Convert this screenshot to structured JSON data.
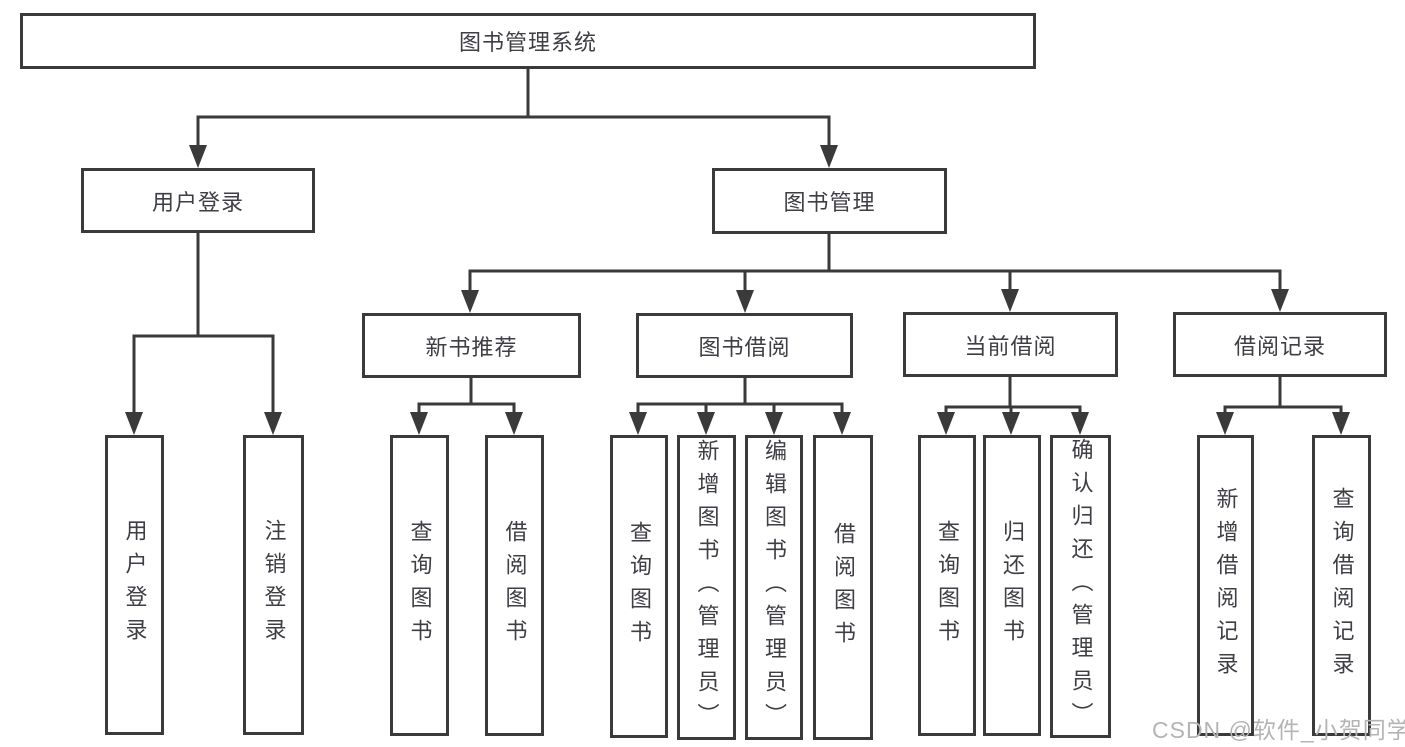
{
  "tree": {
    "root": "图书管理系统",
    "children": [
      {
        "label": "用户登录",
        "leaves": [
          "用户登录",
          "注销登录"
        ]
      },
      {
        "label": "图书管理",
        "children": [
          {
            "label": "新书推荐",
            "leaves": [
              "查询图书",
              "借阅图书"
            ]
          },
          {
            "label": "图书借阅",
            "leaves": [
              "查询图书",
              "新增图书（管理员）",
              "编辑图书（管理员）",
              "借阅图书"
            ]
          },
          {
            "label": "当前借阅",
            "leaves": [
              "查询图书",
              "归还图书",
              "确认归还（管理员）"
            ]
          },
          {
            "label": "借阅记录",
            "leaves": [
              "新增借阅记录",
              "查询借阅记录"
            ]
          }
        ]
      }
    ]
  },
  "watermark": {
    "text": "CSDN @软件_小贺同学",
    "color": "#b4b4b4"
  },
  "colors": {
    "line": "#3a3a3a",
    "box_border": "#3a3a3a",
    "box_fill": "#ffffff",
    "text": "#3e3e44",
    "background": "#ffffff"
  }
}
